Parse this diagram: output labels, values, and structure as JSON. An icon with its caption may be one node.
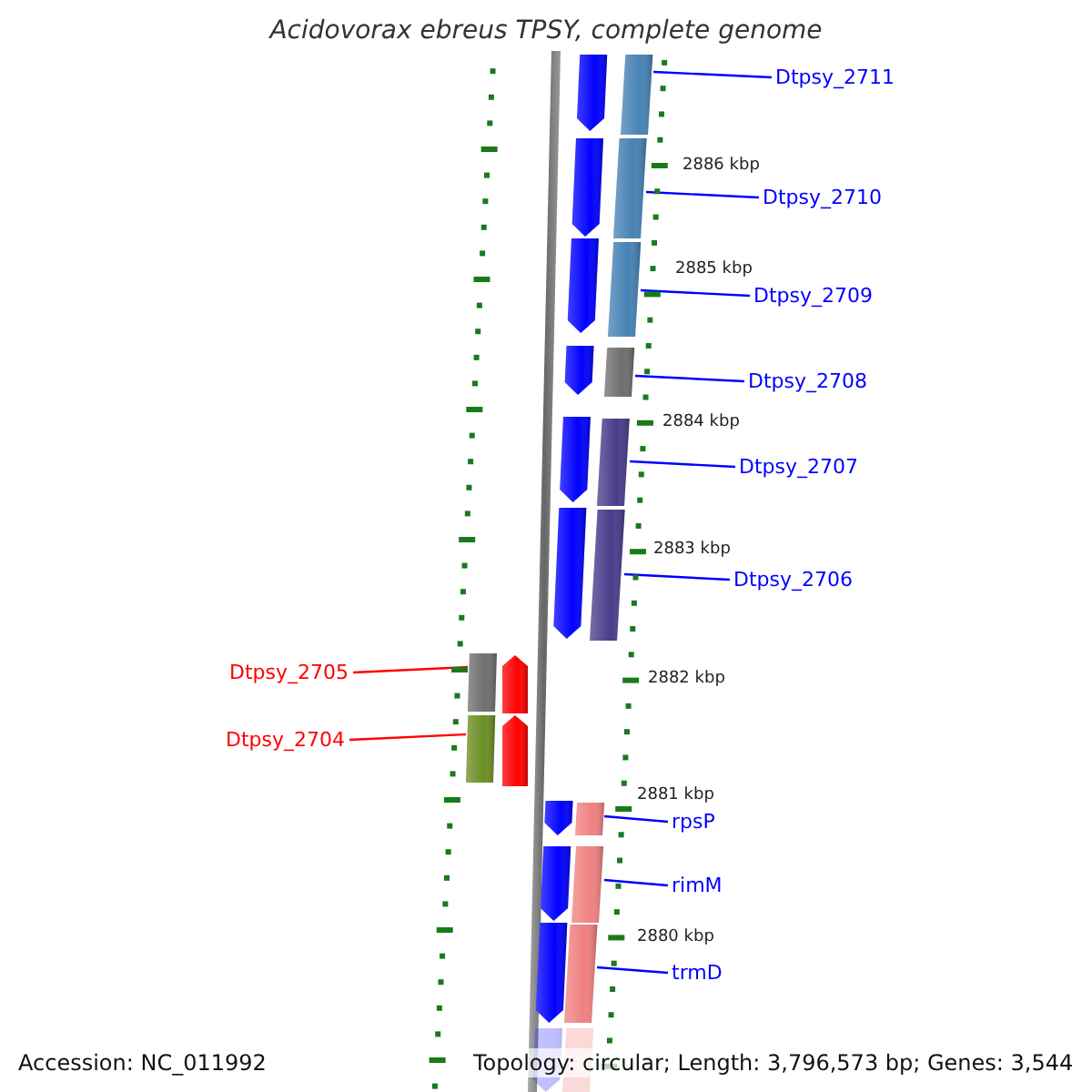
{
  "diagram": {
    "title": "Acidovorax ebreus TPSY, complete genome",
    "nodes": [
      {
        "text": [
          "Dtpsy_2711"
        ]
      },
      {
        "text": [
          "Dtpsy_2710"
        ]
      },
      {
        "text": [
          "Dtpsy_2709"
        ]
      },
      {
        "text": [
          "Dtpsy_2708"
        ]
      },
      {
        "text": [
          "Dtpsy_2707"
        ]
      },
      {
        "text": [
          "Dtpsy_2706"
        ]
      },
      {
        "text": [
          "Dtpsy_2705"
        ]
      },
      {
        "text": [
          "Dtpsy_2704"
        ]
      },
      {
        "text": [
          "rpsP"
        ]
      },
      {
        "text": [
          "rimM"
        ]
      },
      {
        "text": [
          "trmD"
        ]
      },
      {
        "text": [],
        "shape": "bar"
      },
      {
        "text": [],
        "shape": "bar"
      },
      {
        "text": [],
        "shape": "bar"
      },
      {
        "text": [],
        "shape": "bar"
      },
      {
        "text": [],
        "shape": "bar"
      },
      {
        "text": [],
        "shape": "bar"
      },
      {
        "text": [],
        "shape": "bar"
      },
      {
        "text": [],
        "shape": "bar"
      },
      {
        "text": [],
        "shape": "bar"
      },
      {
        "text": [],
        "shape": "bar"
      },
      {
        "text": [],
        "shape": "bar"
      }
    ],
    "edges": [
      {
        "from": 0,
        "to": 11,
        "arrow": "none"
      },
      {
        "from": 1,
        "to": 12,
        "arrow": "none"
      },
      {
        "from": 2,
        "to": 13,
        "arrow": "none"
      },
      {
        "from": 3,
        "to": 14,
        "arrow": "none"
      },
      {
        "from": 4,
        "to": 15,
        "arrow": "none"
      },
      {
        "from": 5,
        "to": 16,
        "arrow": "none"
      },
      {
        "from": 6,
        "to": 17,
        "arrow": "none",
        "color": "#ff0000"
      },
      {
        "from": 7,
        "to": 18,
        "arrow": "none",
        "color": "#ff0000"
      },
      {
        "from": 8,
        "to": 19,
        "arrow": "none"
      },
      {
        "from": 9,
        "to": 20,
        "arrow": "none"
      },
      {
        "from": 10,
        "to": 21,
        "arrow": "none"
      }
    ],
    "labels": [
      "2886 kbp",
      "2885 kbp",
      "2884 kbp",
      "2883 kbp",
      "2882 kbp",
      "2881 kbp",
      "2880 kbp",
      "Accession: NC_011992",
      "Topology: circular; Length: 3,796,573 bp; Genes: 3,544"
    ]
  }
}
